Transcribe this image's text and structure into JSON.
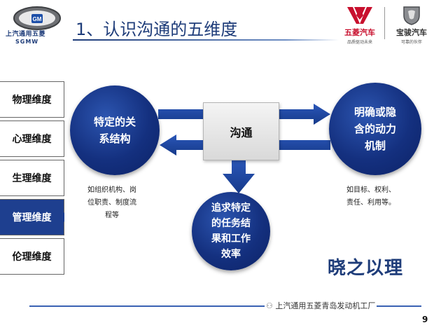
{
  "header": {
    "title": "1、认识沟通的五维度",
    "logo_sub": "上汽通用五菱",
    "logo_sub2": "SGMW",
    "brands": [
      {
        "name": "五菱汽车",
        "slogan": "品质驱动未来"
      },
      {
        "name": "宝骏汽车",
        "slogan": "可靠的伙伴"
      }
    ]
  },
  "sidebar": {
    "items": [
      {
        "label": "物理维度",
        "active": false
      },
      {
        "label": "心理维度",
        "active": false
      },
      {
        "label": "生理维度",
        "active": false
      },
      {
        "label": "管理维度",
        "active": true
      },
      {
        "label": "伦理维度",
        "active": false
      }
    ]
  },
  "diagram": {
    "center": "沟通",
    "left_circle": [
      "特定的关",
      "系结构"
    ],
    "right_circle": [
      "明确或隐",
      "含的动力",
      "机制"
    ],
    "bottom_circle": [
      "追求特定",
      "的任务结",
      "果和工作",
      "效率"
    ],
    "left_desc": [
      "如组织机构、岗",
      "位职责、制度流",
      "程等"
    ],
    "right_desc": [
      "如目标、权利、",
      "责任、利用等。"
    ]
  },
  "motto": "晓之以理",
  "footer": {
    "text": "上汽通用五菱青岛发动机工厂",
    "page_number": "9"
  },
  "colors": {
    "accent": "#1e3f8f",
    "title": "#1f3d7a",
    "brand_red": "#c8102e"
  }
}
